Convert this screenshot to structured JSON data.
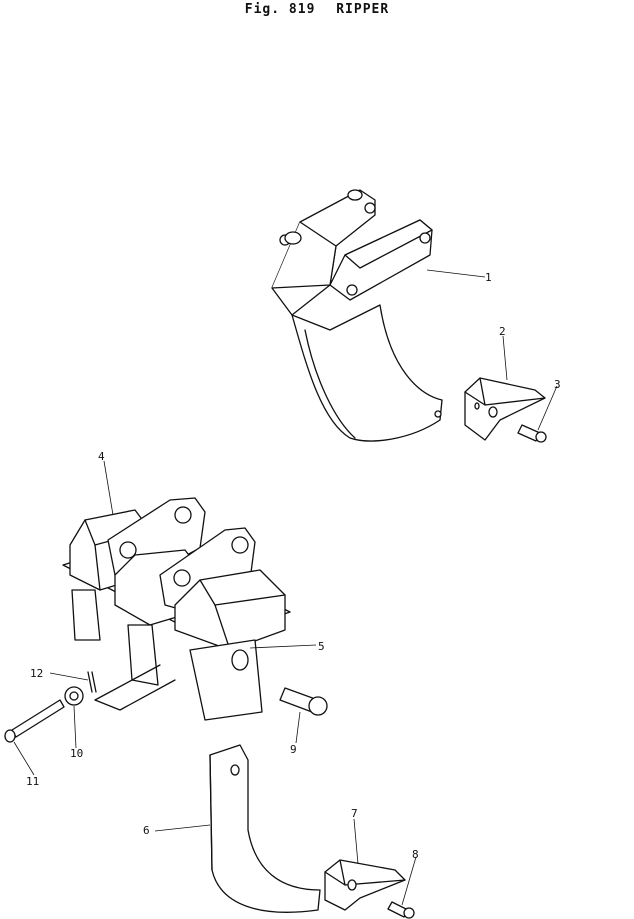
{
  "title": {
    "fig": "Fig. 819",
    "name": "RIPPER"
  },
  "callouts": [
    "1",
    "2",
    "3",
    "4",
    "5",
    "6",
    "7",
    "8",
    "9",
    "10",
    "11",
    "12"
  ]
}
